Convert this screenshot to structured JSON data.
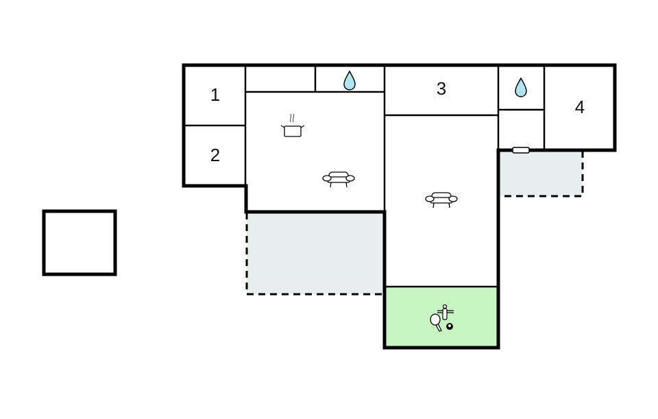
{
  "diagram": {
    "type": "floor-plan",
    "colors": {
      "wall": "#000000",
      "terrace": "#e8eeee",
      "activity_room": "#c6f7c2",
      "water": "#aee6f0",
      "background": "#ffffff"
    },
    "rooms": [
      {
        "id": "bedroom-1",
        "label": "1"
      },
      {
        "id": "bedroom-2",
        "label": "2"
      },
      {
        "id": "bedroom-3",
        "label": "3"
      },
      {
        "id": "bedroom-4",
        "label": "4"
      },
      {
        "id": "kitchen-living",
        "label": "",
        "icons": [
          "cooking-pot-icon",
          "sofa-icon"
        ]
      },
      {
        "id": "bathroom-1",
        "label": "",
        "icons": [
          "water-drop-icon"
        ]
      },
      {
        "id": "bathroom-2",
        "label": "",
        "icons": [
          "water-drop-icon"
        ]
      },
      {
        "id": "living-room",
        "label": "",
        "icons": [
          "sofa-icon"
        ]
      },
      {
        "id": "activity-room",
        "label": "",
        "icons": [
          "table-tennis-icon",
          "foosball-icon",
          "billiard-ball-icon"
        ]
      },
      {
        "id": "terrace-left",
        "label": ""
      },
      {
        "id": "terrace-right",
        "label": ""
      },
      {
        "id": "outbuilding",
        "label": ""
      }
    ]
  }
}
